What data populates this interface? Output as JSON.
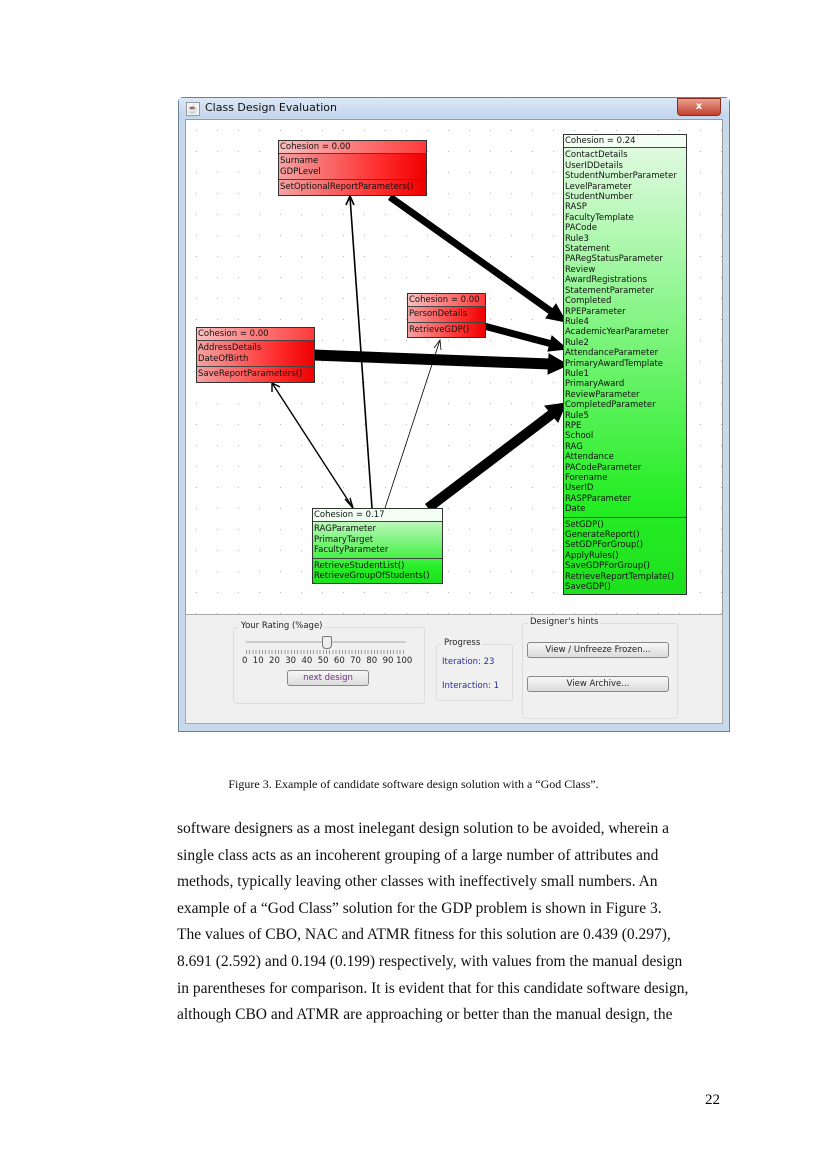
{
  "window": {
    "title": "Class Design Evaluation",
    "close": "x"
  },
  "classes": {
    "top_red": {
      "cohesion": "Cohesion = 0.00",
      "attributes": [
        "Surname",
        "GDPLevel"
      ],
      "methods": [
        "SetOptionalReportParameters()"
      ],
      "color": "#ff2a2a"
    },
    "person_red": {
      "cohesion": "Cohesion = 0.00",
      "attributes": [
        "PersonDetails"
      ],
      "methods": [
        "RetrieveGDP()"
      ],
      "color": "#ff2a2a"
    },
    "address_red": {
      "cohesion": "Cohesion = 0.00",
      "attributes": [
        "AddressDetails",
        "DateOfBirth"
      ],
      "methods": [
        "SaveReportParameters()"
      ],
      "color": "#ff2a2a"
    },
    "small_green": {
      "cohesion": "Cohesion = 0.17",
      "attributes": [
        "RAGParameter",
        "PrimaryTarget",
        "FacultyParameter"
      ],
      "methods": [
        "RetrieveStudentList()",
        "RetrieveGroupOfStudents()"
      ],
      "color": "#25ee25"
    },
    "god_green": {
      "cohesion": "Cohesion = 0.24",
      "attributes": [
        "ContactDetails",
        "UserIDDetails",
        "StudentNumberParameter",
        "LevelParameter",
        "StudentNumber",
        "RASP",
        "FacultyTemplate",
        "PACode",
        "Rule3",
        "Statement",
        "PARegStatusParameter",
        "Review",
        "AwardRegistrations",
        "StatementParameter",
        "Completed",
        "RPEParameter",
        "Rule4",
        "AcademicYearParameter",
        "Rule2",
        "AttendanceParameter",
        "PrimaryAwardTemplate",
        "Rule1",
        "PrimaryAward",
        "ReviewParameter",
        "CompletedParameter",
        "Rule5",
        "RPE",
        "School",
        "RAG",
        "Attendance",
        "PACodeParameter",
        "Forename",
        "UserID",
        "RASPParameter",
        "Date"
      ],
      "methods": [
        "SetGDP()",
        "GenerateReport()",
        "SetGDPForGroup()",
        "ApplyRules()",
        "SaveGDPForGroup()",
        "RetrieveReportTemplate()",
        "SaveGDP()"
      ],
      "color": "#25ee25"
    }
  },
  "rating": {
    "label": "Your Rating (%age)",
    "value": 50,
    "ticks": "0  10  20  30  40  50  60  70  80  90 100",
    "next": "next design"
  },
  "progress": {
    "label": "Progress",
    "iteration": "Iteration: 23",
    "interaction": "Interaction: 1"
  },
  "hints": {
    "label": "Designer's hints",
    "frozen": "View / Unfreeze Frozen...",
    "archive": "View Archive..."
  },
  "caption": "Figure 3. Example of candidate software design solution with a “God Class”.",
  "paragraph": [
    "software designers as a most inelegant design solution to be avoided, wherein a",
    "single class acts as an incoherent grouping of a large number of attributes and",
    "methods, typically leaving other classes with ineffectively small numbers. An",
    "example of a “God Class” solution for the GDP problem is shown in Figure 3.",
    "The values of CBO, NAC and ATMR fitness for this solution are 0.439 (0.297),",
    "8.691 (2.592) and 0.194 (0.199) respectively, with values from the manual design",
    "in parentheses for comparison. It is evident that for this candidate software design,",
    "although CBO and ATMR are approaching or better than the manual design, the"
  ],
  "page_number": "22"
}
